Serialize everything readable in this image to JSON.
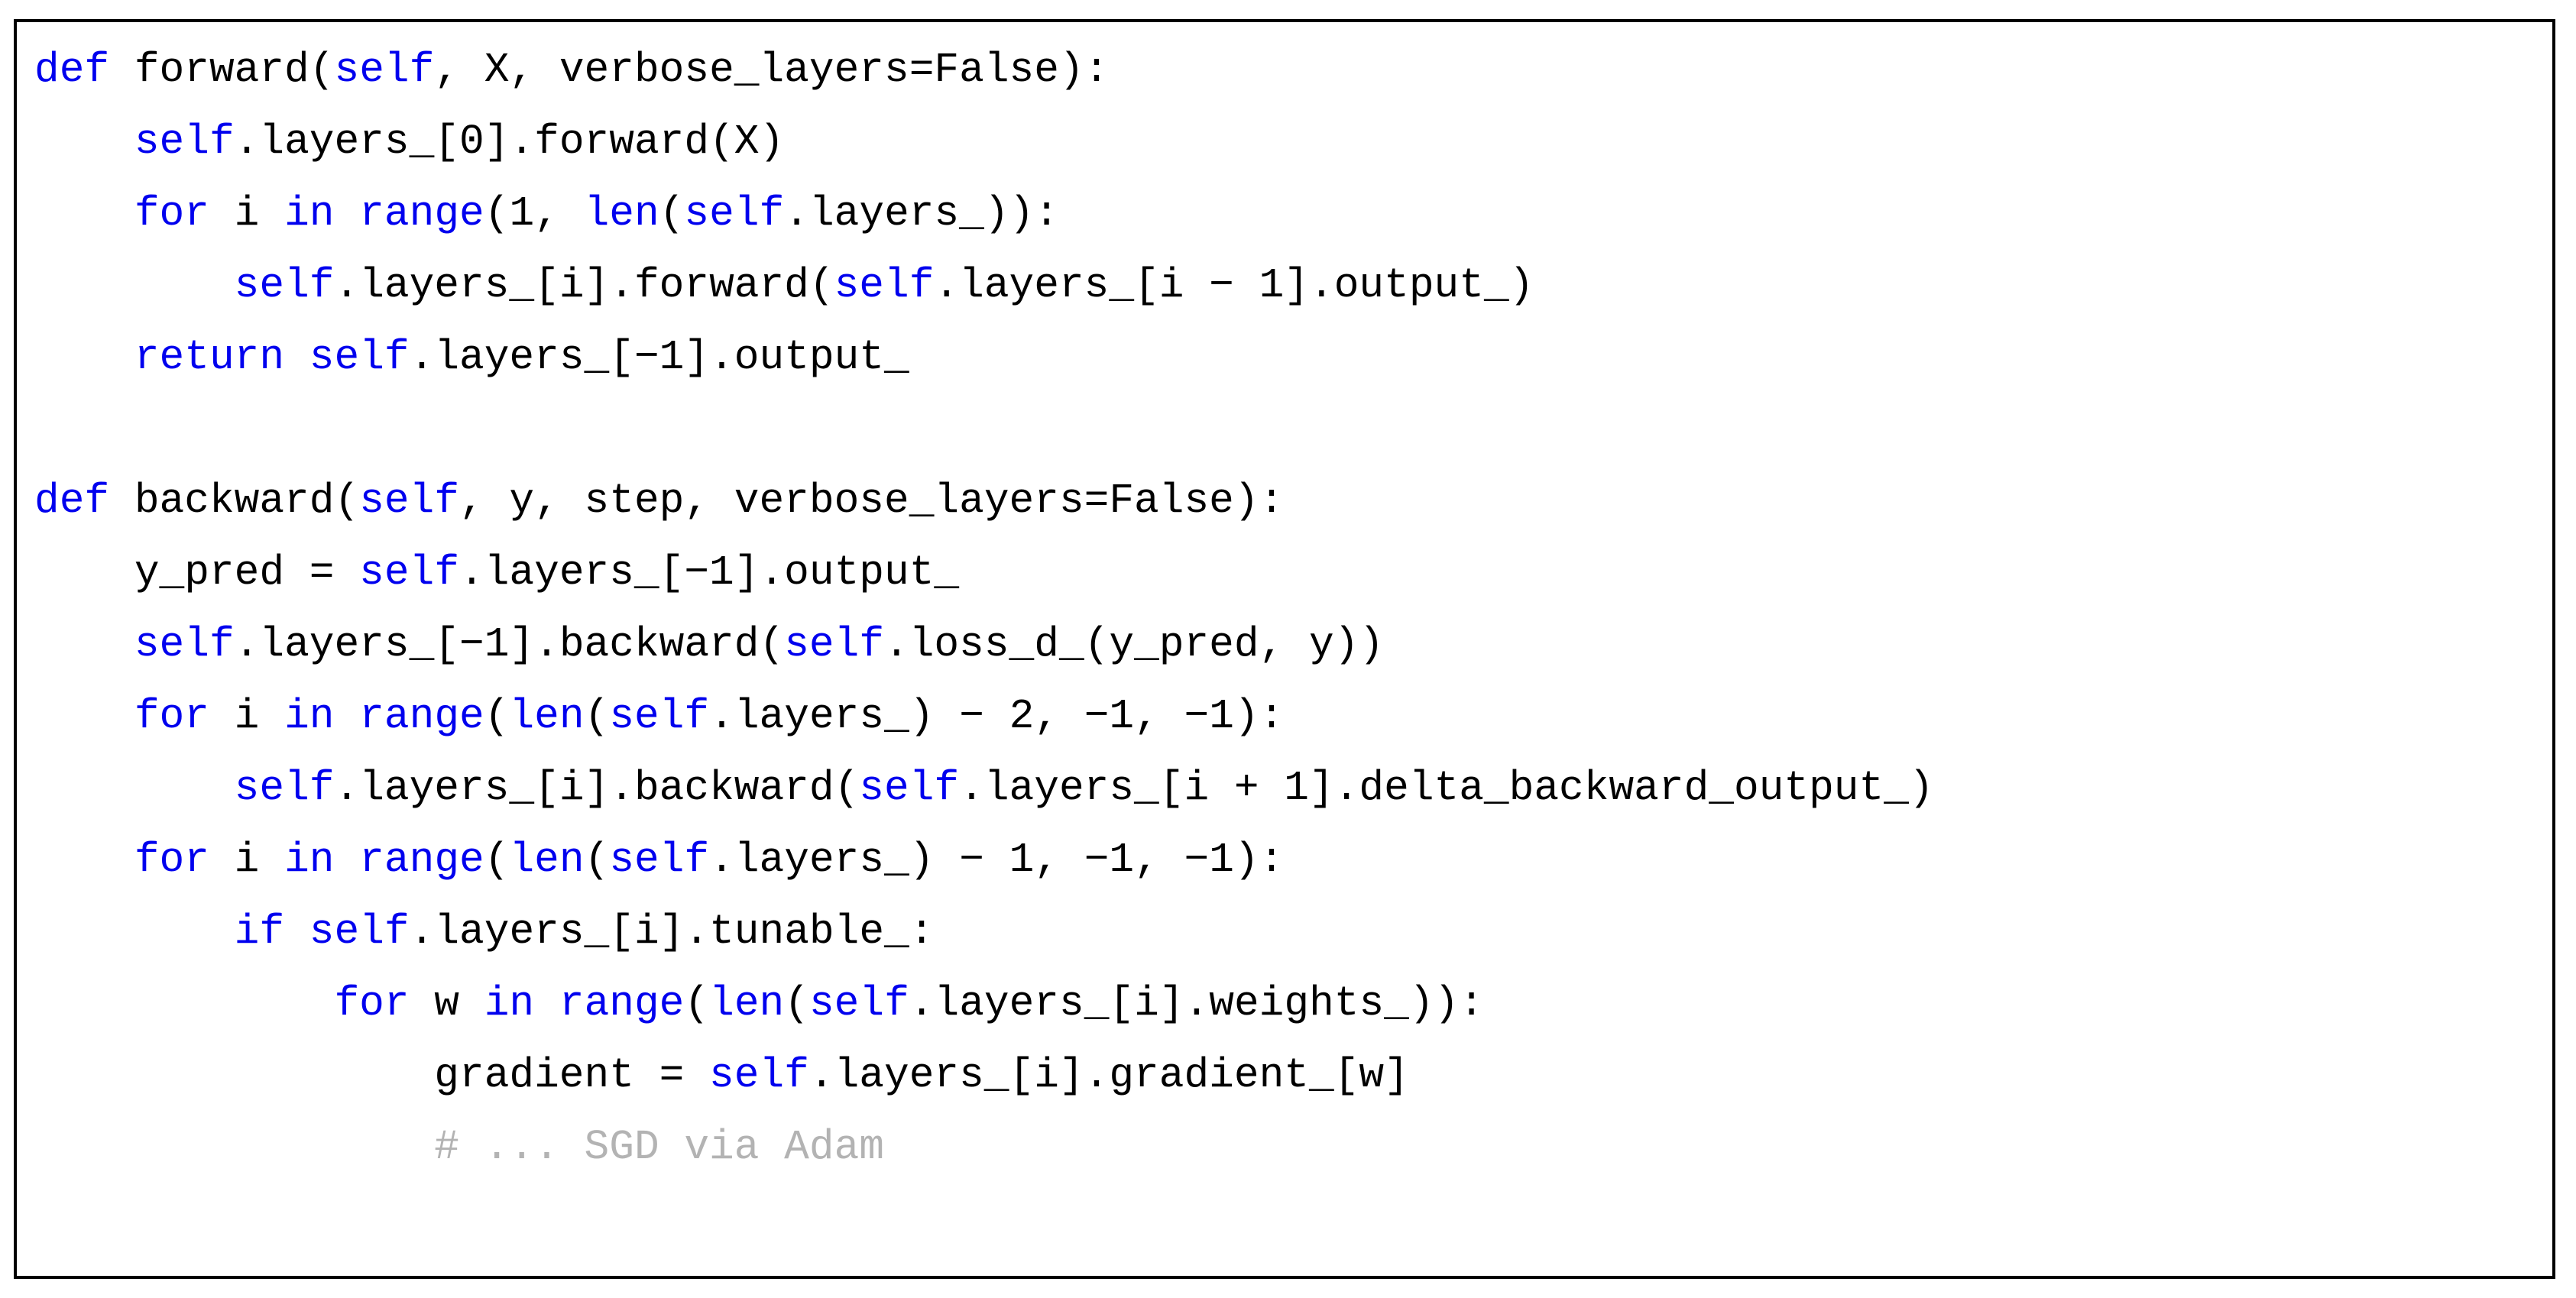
{
  "colors": {
    "keyword": "#0000ee",
    "plain": "#000000",
    "comment": "#b3b3b3",
    "frame_border": "#000000",
    "background": "#ffffff"
  },
  "code_block": {
    "language": "python",
    "lines": [
      {
        "segments": [
          [
            "keyword",
            "def"
          ],
          [
            "plain",
            " forward("
          ],
          [
            "keyword",
            "self"
          ],
          [
            "plain",
            ", X, verbose_layers=False):"
          ]
        ]
      },
      {
        "segments": [
          [
            "plain",
            "    "
          ],
          [
            "keyword",
            "self"
          ],
          [
            "plain",
            ".layers_[0].forward(X)"
          ]
        ]
      },
      {
        "segments": [
          [
            "plain",
            "    "
          ],
          [
            "keyword",
            "for"
          ],
          [
            "plain",
            " i "
          ],
          [
            "keyword",
            "in"
          ],
          [
            "plain",
            " "
          ],
          [
            "keyword",
            "range"
          ],
          [
            "plain",
            "(1, "
          ],
          [
            "keyword",
            "len"
          ],
          [
            "plain",
            "("
          ],
          [
            "keyword",
            "self"
          ],
          [
            "plain",
            ".layers_)):"
          ]
        ]
      },
      {
        "segments": [
          [
            "plain",
            "        "
          ],
          [
            "keyword",
            "self"
          ],
          [
            "plain",
            ".layers_[i].forward("
          ],
          [
            "keyword",
            "self"
          ],
          [
            "plain",
            ".layers_[i − 1].output_)"
          ]
        ]
      },
      {
        "segments": [
          [
            "plain",
            "    "
          ],
          [
            "keyword",
            "return"
          ],
          [
            "plain",
            " "
          ],
          [
            "keyword",
            "self"
          ],
          [
            "plain",
            ".layers_[−1].output_"
          ]
        ]
      },
      {
        "segments": []
      },
      {
        "segments": [
          [
            "keyword",
            "def"
          ],
          [
            "plain",
            " backward("
          ],
          [
            "keyword",
            "self"
          ],
          [
            "plain",
            ", y, step, verbose_layers=False):"
          ]
        ]
      },
      {
        "segments": [
          [
            "plain",
            "    y_pred = "
          ],
          [
            "keyword",
            "self"
          ],
          [
            "plain",
            ".layers_[−1].output_"
          ]
        ]
      },
      {
        "segments": [
          [
            "plain",
            "    "
          ],
          [
            "keyword",
            "self"
          ],
          [
            "plain",
            ".layers_[−1].backward("
          ],
          [
            "keyword",
            "self"
          ],
          [
            "plain",
            ".loss_d_(y_pred, y))"
          ]
        ]
      },
      {
        "segments": [
          [
            "plain",
            "    "
          ],
          [
            "keyword",
            "for"
          ],
          [
            "plain",
            " i "
          ],
          [
            "keyword",
            "in"
          ],
          [
            "plain",
            " "
          ],
          [
            "keyword",
            "range"
          ],
          [
            "plain",
            "("
          ],
          [
            "keyword",
            "len"
          ],
          [
            "plain",
            "("
          ],
          [
            "keyword",
            "self"
          ],
          [
            "plain",
            ".layers_) − 2, −1, −1):"
          ]
        ]
      },
      {
        "segments": [
          [
            "plain",
            "        "
          ],
          [
            "keyword",
            "self"
          ],
          [
            "plain",
            ".layers_[i].backward("
          ],
          [
            "keyword",
            "self"
          ],
          [
            "plain",
            ".layers_[i + 1].delta_backward_output_)"
          ]
        ]
      },
      {
        "segments": [
          [
            "plain",
            "    "
          ],
          [
            "keyword",
            "for"
          ],
          [
            "plain",
            " i "
          ],
          [
            "keyword",
            "in"
          ],
          [
            "plain",
            " "
          ],
          [
            "keyword",
            "range"
          ],
          [
            "plain",
            "("
          ],
          [
            "keyword",
            "len"
          ],
          [
            "plain",
            "("
          ],
          [
            "keyword",
            "self"
          ],
          [
            "plain",
            ".layers_) − 1, −1, −1):"
          ]
        ]
      },
      {
        "segments": [
          [
            "plain",
            "        "
          ],
          [
            "keyword",
            "if"
          ],
          [
            "plain",
            " "
          ],
          [
            "keyword",
            "self"
          ],
          [
            "plain",
            ".layers_[i].tunable_:"
          ]
        ]
      },
      {
        "segments": [
          [
            "plain",
            "            "
          ],
          [
            "keyword",
            "for"
          ],
          [
            "plain",
            " w "
          ],
          [
            "keyword",
            "in"
          ],
          [
            "plain",
            " "
          ],
          [
            "keyword",
            "range"
          ],
          [
            "plain",
            "("
          ],
          [
            "keyword",
            "len"
          ],
          [
            "plain",
            "("
          ],
          [
            "keyword",
            "self"
          ],
          [
            "plain",
            ".layers_[i].weights_)):"
          ]
        ]
      },
      {
        "segments": [
          [
            "plain",
            "                gradient = "
          ],
          [
            "keyword",
            "self"
          ],
          [
            "plain",
            ".layers_[i].gradient_[w]"
          ]
        ]
      },
      {
        "segments": [
          [
            "plain",
            "                "
          ],
          [
            "comment",
            "# ... SGD via Adam"
          ]
        ]
      }
    ]
  }
}
